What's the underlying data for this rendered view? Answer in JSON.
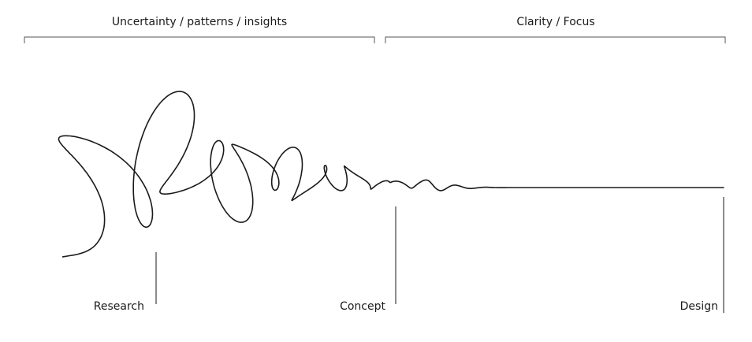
{
  "phases": [
    {
      "label": "Uncertainty / patterns / insights"
    },
    {
      "label": "Clarity / Focus"
    }
  ],
  "stages": [
    {
      "label": "Research"
    },
    {
      "label": "Concept"
    },
    {
      "label": "Design"
    }
  ],
  "colors": {
    "ink": "#1a1a1a",
    "bracket": "#555555",
    "background": "#ffffff"
  }
}
